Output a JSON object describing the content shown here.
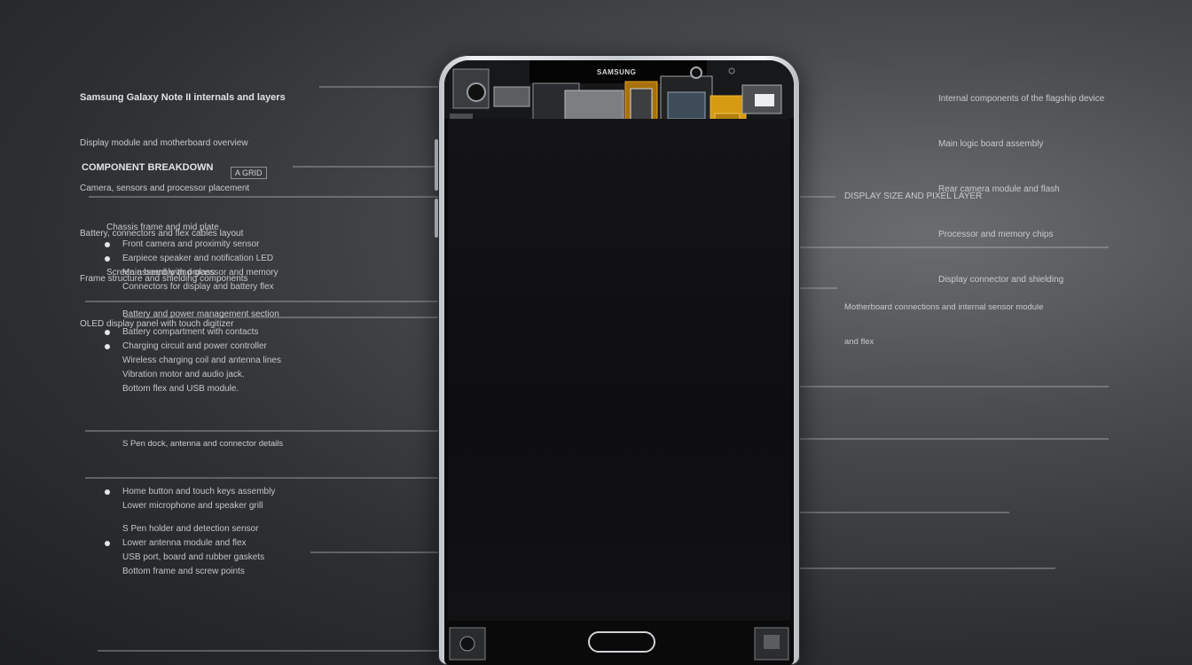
{
  "brand": "SAMSUNG",
  "left": {
    "intro": [
      "Samsung Galaxy Note II internals and layers",
      "Display module and motherboard overview",
      "Camera, sensors and processor placement",
      "Battery, connectors and flex cables layout",
      "Frame structure and shielding components",
      "OLED display panel with touch digitizer"
    ],
    "subhead": "COMPONENT BREAKDOWN",
    "tag": "A GRID",
    "label_a": [
      "Chassis frame and mid plate",
      "Screen assembly and glass"
    ],
    "group1": [
      "Front camera and proximity sensor",
      "Earpiece speaker and notification LED",
      "Main board with processor and memory",
      "Connectors for display and battery flex"
    ],
    "label_b": "Battery and power management section",
    "group2": [
      "Battery compartment with contacts",
      "Charging circuit and power controller",
      "Wireless charging coil and antenna lines",
      "Vibration motor and audio jack.",
      "Bottom flex and USB module."
    ],
    "label_c": "S Pen dock, antenna and connector details",
    "group3": [
      "Home button and touch keys assembly",
      "Lower microphone and speaker grill"
    ],
    "group4": [
      "S Pen holder and detection sensor",
      "Lower antenna module and flex",
      "USB port, board and rubber gaskets",
      "Bottom frame and screw points"
    ]
  },
  "right": {
    "intro": [
      "Internal components of the flagship device",
      "Main logic board assembly",
      "Rear camera module and flash",
      "Processor and memory chips",
      "Display connector and shielding"
    ],
    "label_top": "DISPLAY SIZE AND PIXEL LAYER",
    "label_mid": [
      "Motherboard connections and internal sensor module",
      "and flex"
    ]
  }
}
